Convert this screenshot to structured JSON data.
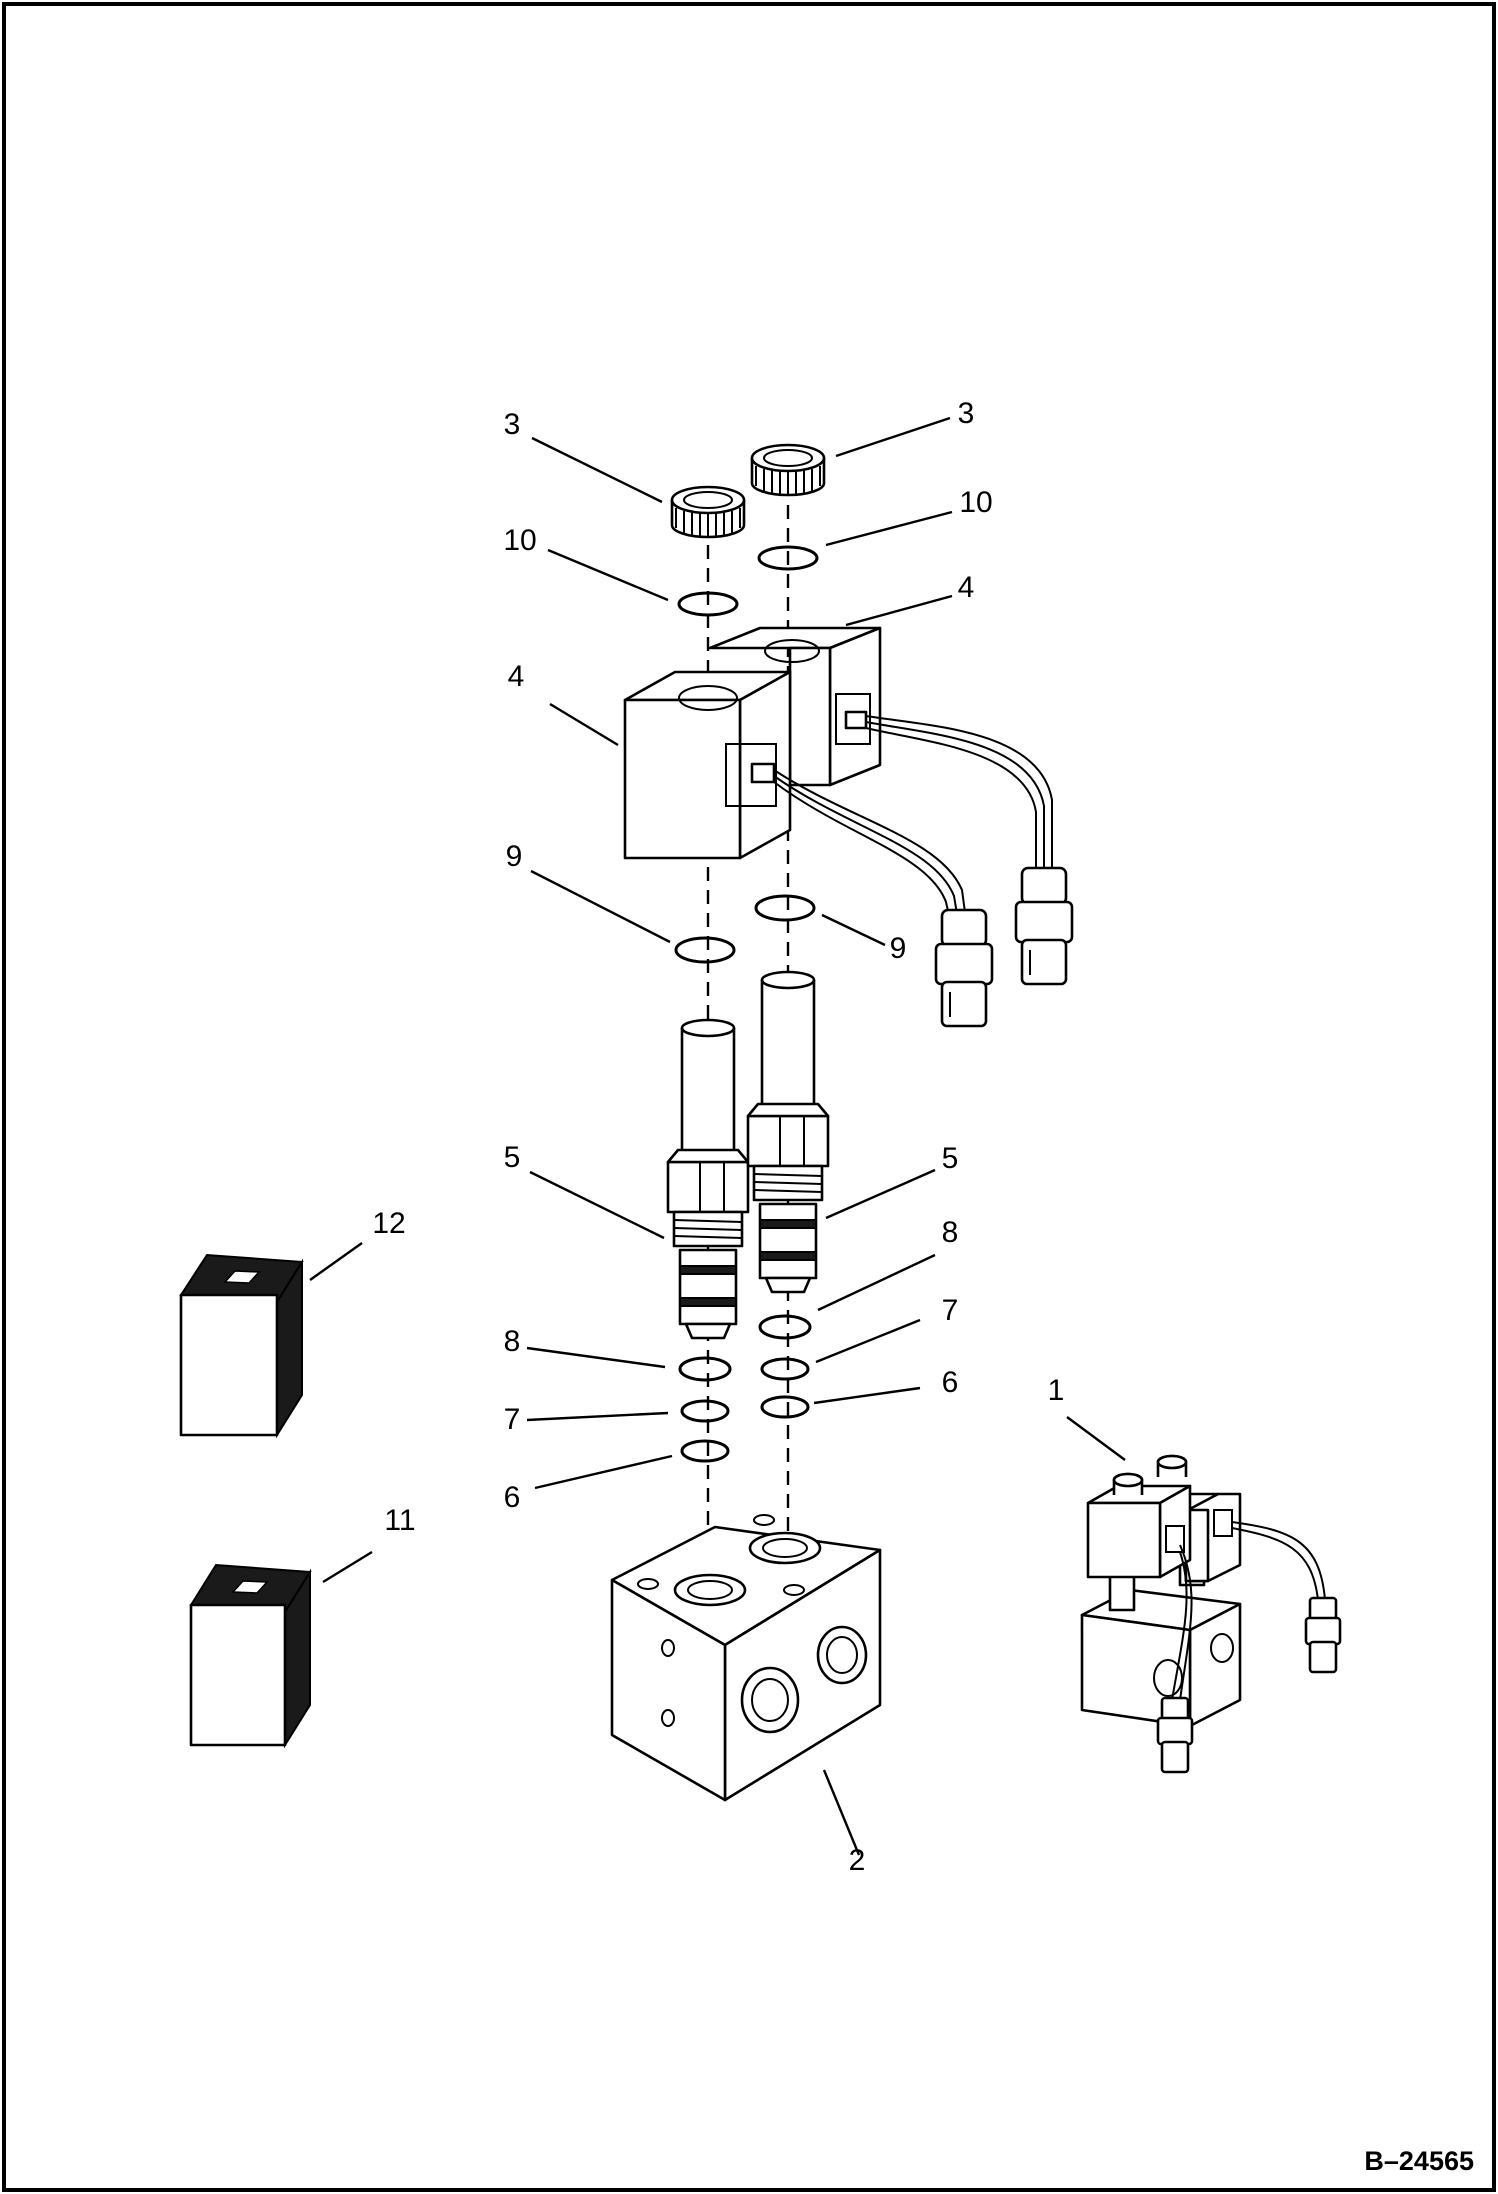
{
  "figure": {
    "document_number": "B–24565"
  },
  "callouts": {
    "c1": "1",
    "c2": "2",
    "c3_left": "3",
    "c3_right": "3",
    "c4_left": "4",
    "c4_right": "4",
    "c5_left": "5",
    "c5_right": "5",
    "c6_left": "6",
    "c6_right": "6",
    "c7_left": "7",
    "c7_right": "7",
    "c8_left": "8",
    "c8_right": "8",
    "c9_left": "9",
    "c9_right": "9",
    "c10_left": "10",
    "c10_right": "10",
    "c11": "11",
    "c12": "12"
  }
}
